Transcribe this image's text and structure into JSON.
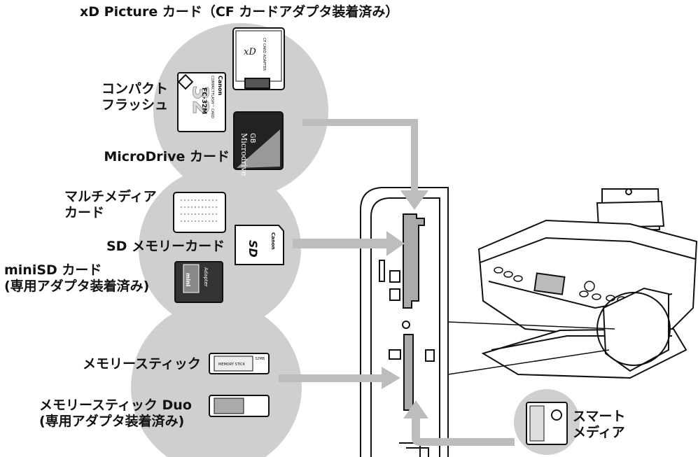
{
  "labels": {
    "xd": "xD Picture カード（CF カードアダプタ装着済み）",
    "compactflash": "コンパクト\nフラッシュ",
    "microdrive": "MicroDrive カード",
    "multimedia": "マルチメディア\nカード",
    "sd": "SD メモリーカード",
    "minisd": "miniSD カード\n(専用アダプタ装着済み)",
    "memorystick": "メモリースティック",
    "memorystick_duo": "メモリースティック Duo\n(専用アダプタ装着済み)",
    "smartmedia": "スマート\nメディア"
  },
  "card_prints": {
    "xd_adapter_text": "CF CARD ADAPTER",
    "xd_logo": "xD",
    "cf_brand": "Canon",
    "cf_model": "FC-32M",
    "cf_size": "32",
    "cf_type": "COMPACTFLASH™ CARD",
    "microdrive_size": "GB",
    "microdrive_name": "Microdrive",
    "sd_logo": "SD",
    "sd_brand": "Canon",
    "minisd_logo": "mini",
    "minisd_adapter": "Adapter",
    "ms_label": "MEMORY STICK",
    "ms_size": "32MB"
  },
  "colors": {
    "circle": "#cfcfcf",
    "arrow": "#bdbdbd",
    "ink": "#111111"
  }
}
